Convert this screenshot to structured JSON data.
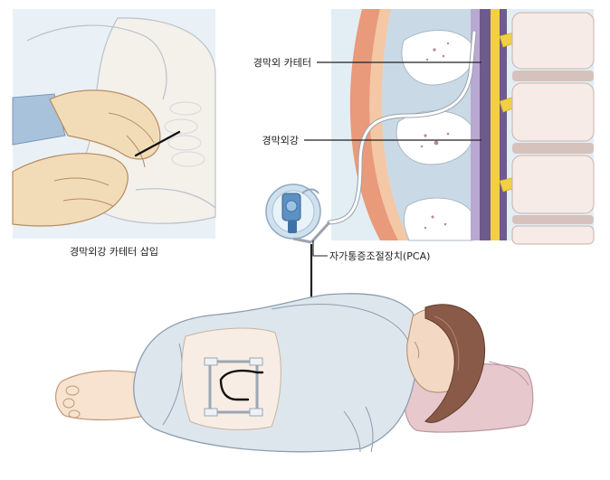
{
  "labels": {
    "epidural_catheter": "경막외 카테터",
    "epidural_space": "경막외강",
    "insertion_caption": "경막외강 카테터 삽입",
    "pca_device": "자가통증조절장치(PCA)"
  },
  "colors": {
    "spine_yellow": "#f2cf45",
    "spinal_purple": "#6e5b8c",
    "tissue_pink": "#e99a7a",
    "skin_peach": "#f7e3cf",
    "gown_blue": "#dde6ec",
    "bg_light_blue": "#e3edf4",
    "pillow_pink": "#e6c8cd",
    "hair_brown": "#8a5a48"
  }
}
